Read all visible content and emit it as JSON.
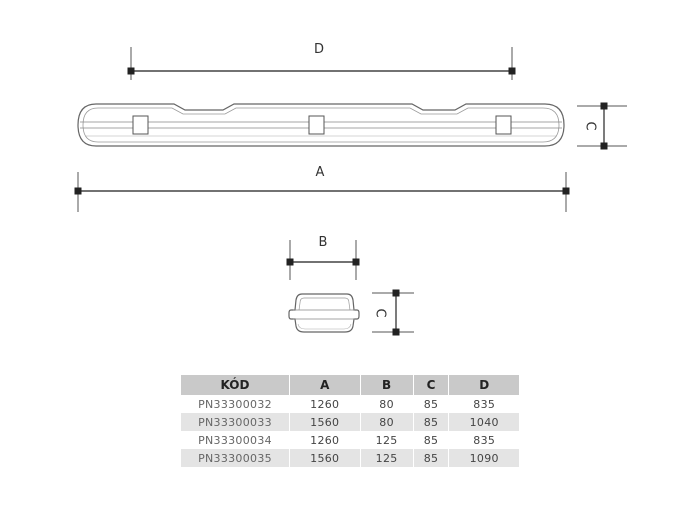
{
  "labels": {
    "d": "D",
    "a": "A",
    "c_side": "C",
    "b": "B",
    "c_front": "C"
  },
  "table": {
    "headers": [
      "KÓD",
      "A",
      "B",
      "C",
      "D"
    ],
    "rows": [
      [
        "PN33300032",
        "1260",
        "80",
        "85",
        "835"
      ],
      [
        "PN33300033",
        "1560",
        "80",
        "85",
        "1040"
      ],
      [
        "PN33300034",
        "1260",
        "125",
        "85",
        "835"
      ],
      [
        "PN33300035",
        "1560",
        "125",
        "85",
        "1090"
      ]
    ]
  }
}
